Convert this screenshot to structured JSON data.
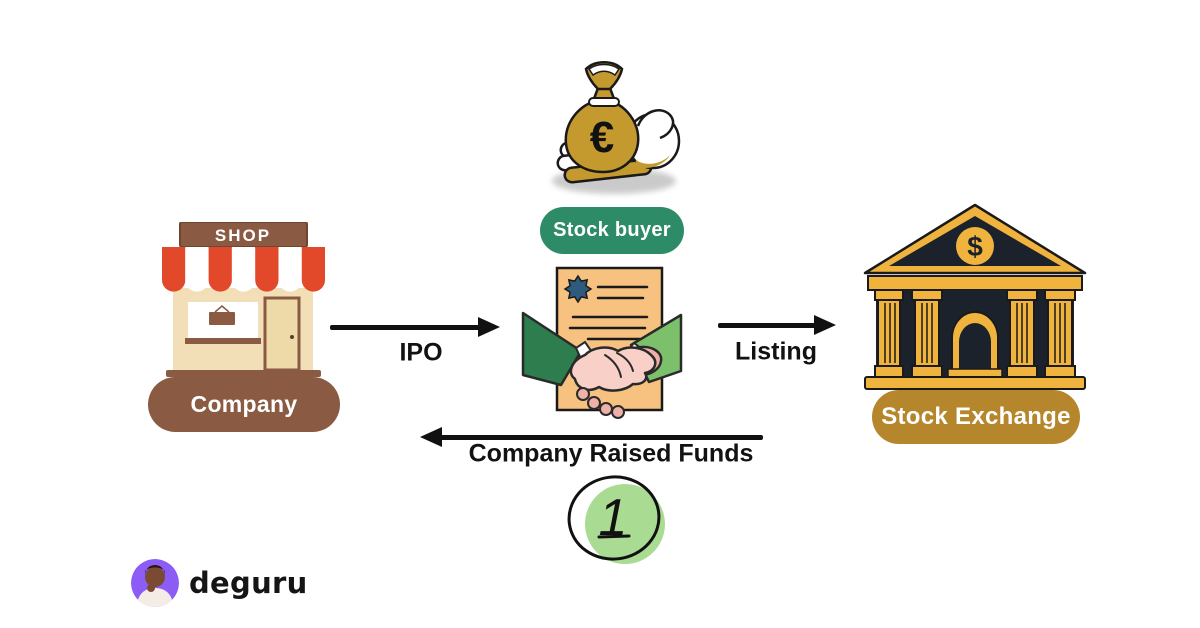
{
  "canvas": {
    "background": "#ffffff"
  },
  "diagram": {
    "company": {
      "label": "Company",
      "sign": "SHOP",
      "pill_color": "#8a5a42"
    },
    "stock_buyer": {
      "label": "Stock buyer",
      "currency": "€",
      "pill_color": "#2e8b68"
    },
    "agreement": {
      "illustration": "contract-handshake"
    },
    "stock_exchange": {
      "label": "Stock Exchange",
      "currency": "$",
      "pill_color": "#b5862b"
    },
    "flows": {
      "ipo": "IPO",
      "listing": "Listing",
      "raised_funds": "Company Raised Funds"
    },
    "step_number": "1"
  },
  "brand": {
    "name": "deguru"
  },
  "colors": {
    "awning_red": "#e2492b",
    "shop_cream": "#f2dfb8",
    "company_brown": "#8a5a42",
    "buyer_green": "#2e8b68",
    "money_gold": "#c49a2f",
    "paper_orange": "#f7c180",
    "seal_blue": "#2e5b7d",
    "sleeve_dark_green": "#2e7d4f",
    "sleeve_light_green": "#7cc06c",
    "bank_gold": "#f0b43e",
    "bank_dark": "#1c222b",
    "exchange_gold": "#b5862b",
    "badge_green": "#aadb92",
    "arrow_black": "#111111",
    "brand_purple": "#8b5cf6"
  }
}
